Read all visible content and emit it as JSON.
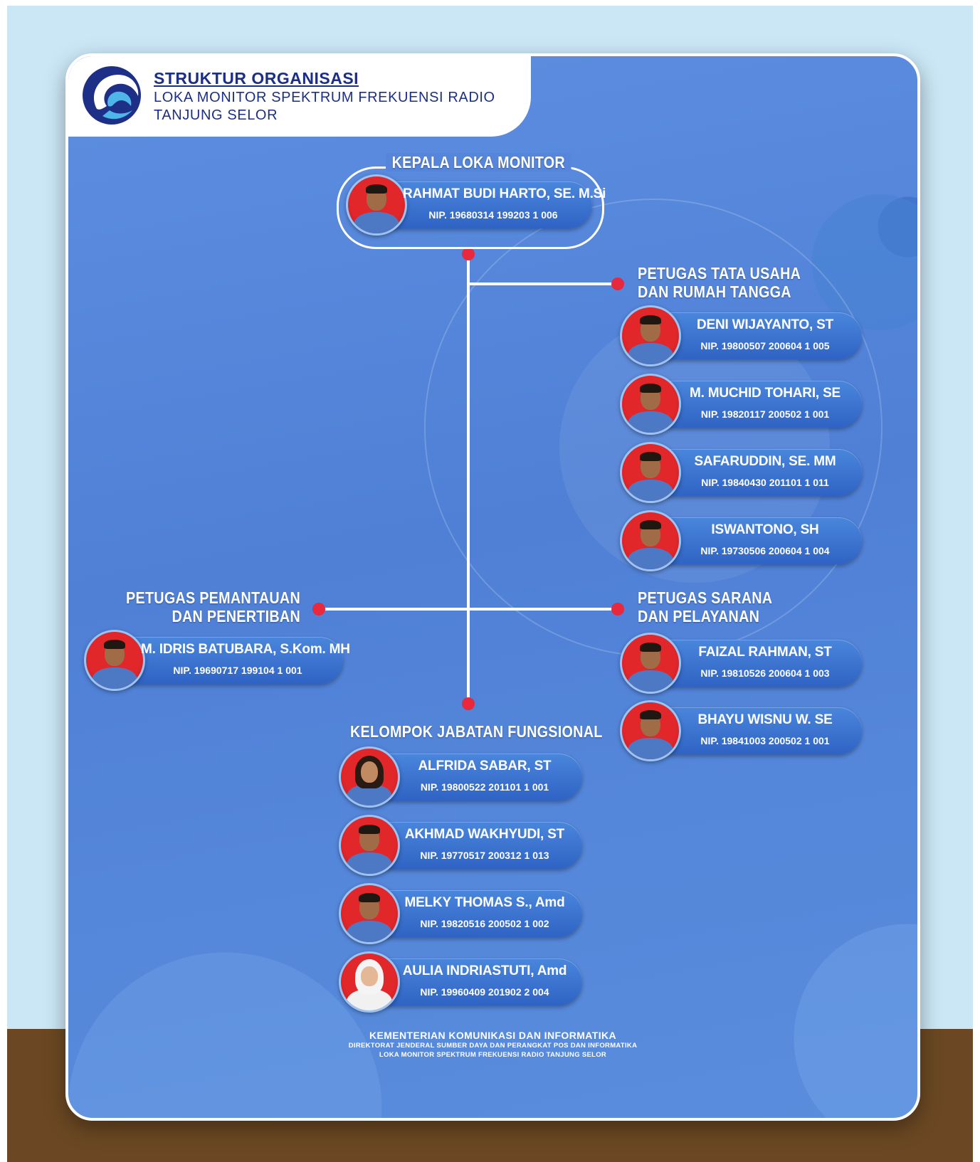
{
  "header": {
    "title": "STRUKTUR ORGANISASI",
    "subtitle_line1": "LOKA MONITOR SPEKTRUM FREKUENSI RADIO",
    "subtitle_line2": "TANJUNG SELOR"
  },
  "sections": {
    "kepala": {
      "title": "KEPALA LOKA MONITOR",
      "members": [
        {
          "name": "RAHMAT BUDI HARTO, SE. M.Si",
          "nip": "NIP. 19680314 199203 1 006"
        }
      ]
    },
    "tata_usaha": {
      "title_line1": "PETUGAS TATA USAHA",
      "title_line2": "DAN RUMAH TANGGA",
      "members": [
        {
          "name": "DENI WIJAYANTO, ST",
          "nip": "NIP. 19800507 200604 1 005"
        },
        {
          "name": "M. MUCHID TOHARI, SE",
          "nip": "NIP. 19820117 200502 1 001"
        },
        {
          "name": "SAFARUDDIN, SE. MM",
          "nip": "NIP. 19840430 201101 1 011"
        },
        {
          "name": "ISWANTONO, SH",
          "nip": "NIP. 19730506 200604 1 004"
        }
      ]
    },
    "pemantauan": {
      "title_line1": "PETUGAS PEMANTAUAN",
      "title_line2": "DAN PENERTIBAN",
      "members": [
        {
          "name": "M. IDRIS BATUBARA, S.Kom. MH",
          "nip": "NIP. 19690717 199104 1 001"
        }
      ]
    },
    "sarana": {
      "title_line1": "PETUGAS SARANA",
      "title_line2": "DAN PELAYANAN",
      "members": [
        {
          "name": "FAIZAL RAHMAN, ST",
          "nip": "NIP. 19810526 200604 1 003"
        },
        {
          "name": "BHAYU WISNU W. SE",
          "nip": "NIP. 19841003 200502 1 001"
        }
      ]
    },
    "fungsional": {
      "title": "KELOMPOK JABATAN FUNGSIONAL",
      "members": [
        {
          "name": "ALFRIDA SABAR, ST",
          "nip": "NIP. 19800522 201101 1 001"
        },
        {
          "name": "AKHMAD WAKHYUDI, ST",
          "nip": "NIP. 19770517 200312 1 013"
        },
        {
          "name": "MELKY THOMAS S., Amd",
          "nip": "NIP. 19820516 200502 1 002"
        },
        {
          "name": "AULIA INDRIASTUTI, Amd",
          "nip": "NIP. 19960409 201902 2 004"
        }
      ]
    }
  },
  "footer": {
    "line1": "KEMENTERIAN KOMUNIKASI DAN INFORMATIKA",
    "line2": "DIREKTORAT JENDERAL SUMBER DAYA DAN PERANGKAT POS DAN INFORMATIKA",
    "line3": "LOKA MONITOR SPEKTRUM FREKUENSI RADIO TANJUNG SELOR"
  },
  "colors": {
    "poster_blue": "#5586db",
    "pill_blue": "#3a70cf",
    "avatar_red": "#e2272b",
    "connector_dot": "#e8283c",
    "header_navy": "#1c2f86",
    "floor_brown": "#6b4823",
    "sky": "#cbe7f6"
  },
  "icons": {
    "logo": "kominfo-logo"
  }
}
